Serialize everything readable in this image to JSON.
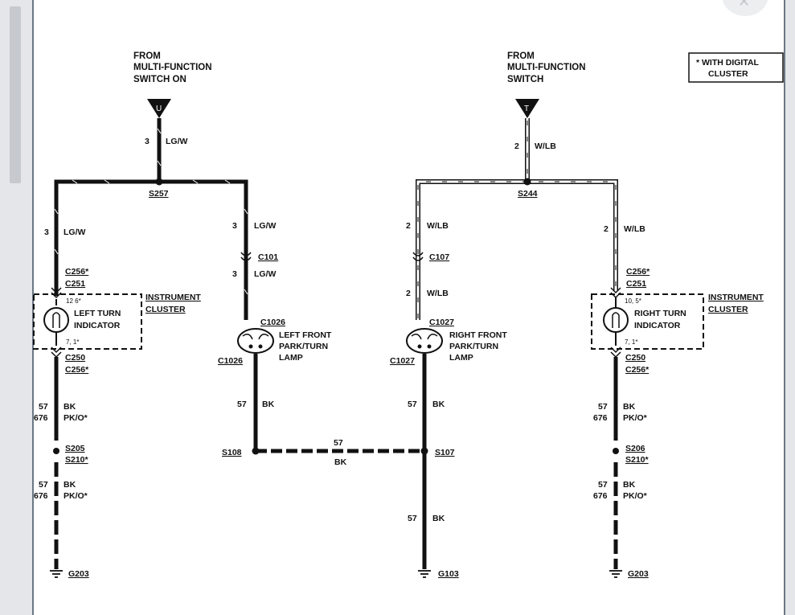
{
  "source_left": [
    "FROM",
    "MULTI-FUNCTION",
    "SWITCH ON"
  ],
  "source_right": [
    "FROM",
    "MULTI-FUNCTION",
    "SWITCH"
  ],
  "legend": [
    "* WITH DIGITAL",
    "CLUSTER"
  ],
  "terminal_left": "U",
  "terminal_right": "T",
  "splice": {
    "s257": "S257",
    "s244": "S244",
    "s108": "S108",
    "s107": "S107",
    "s205": "S205",
    "s210": "S210*",
    "s206": "S206"
  },
  "connectors": {
    "c256": "C256*",
    "c251": "C251",
    "c250": "C250",
    "c101": "C101",
    "c107": "C107",
    "c1026": "C1026",
    "c1027": "C1027"
  },
  "pins": {
    "lc_top": "12  6*",
    "lc_bot": "7, 1*",
    "rc_top": "10, 5*",
    "rc_bot": "7, 1*"
  },
  "grounds": {
    "left": "G203",
    "mid": "G103",
    "right": "G203"
  },
  "wires": {
    "lgw_num": "3",
    "lgw": "LG/W",
    "wlb_num": "2",
    "wlb": "W/LB",
    "bk_num": "57",
    "bk": "BK",
    "pko_num": "676",
    "pko": "PK/O*"
  },
  "components": {
    "left_indicator": [
      "LEFT TURN",
      "INDICATOR"
    ],
    "right_indicator": [
      "RIGHT TURN",
      "INDICATOR"
    ],
    "cluster": [
      "INSTRUMENT",
      "CLUSTER"
    ],
    "left_lamp": [
      "LEFT FRONT",
      "PARK/TURN",
      "LAMP"
    ],
    "right_lamp": [
      "RIGHT FRONT",
      "PARK/TURN",
      "LAMP"
    ]
  },
  "close_symbol": "✕"
}
